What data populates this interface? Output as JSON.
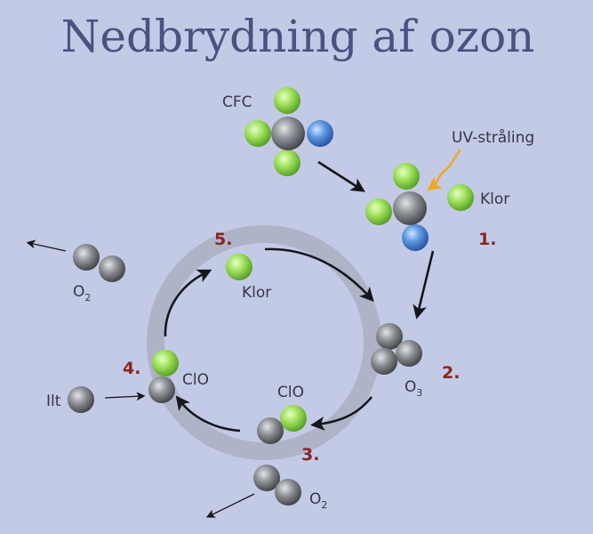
{
  "title": "Nedbrydning af ozon",
  "labels": {
    "cfc": "CFC",
    "uv": "UV-stråling",
    "klor_top": "Klor",
    "klor_cycle": "Klor",
    "o3_main": "O",
    "o3_sub": "3",
    "o2_left_main": "O",
    "o2_left_sub": "2",
    "o2_bottom_main": "O",
    "o2_bottom_sub": "2",
    "clo_left": "ClO",
    "clo_bottom": "ClO",
    "ilt": "Ilt"
  },
  "steps": [
    "1.",
    "2.",
    "3.",
    "4.",
    "5."
  ],
  "colors": {
    "background": "#c3cae6",
    "title": "#4a5280",
    "chlorine": "#8fd84e",
    "carbon_oxygen": "#8a8d92",
    "fluorine": "#4a86d8",
    "uv": "#f2a81d",
    "step_number": "#8a2520",
    "ring": "#aeb3c8"
  }
}
